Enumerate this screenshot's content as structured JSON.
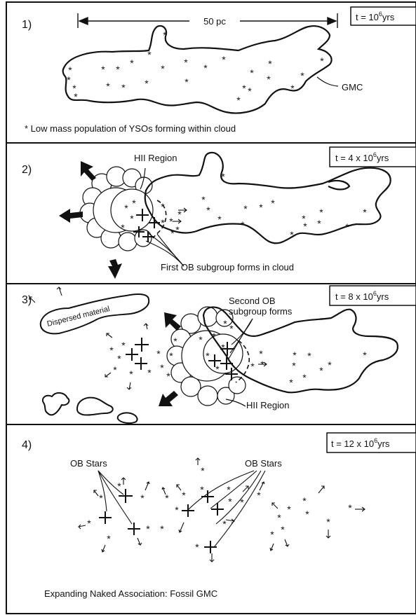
{
  "panels": [
    {
      "label": "1)",
      "time": "t = 10",
      "time_exp": "6",
      "time_unit": "yrs",
      "scale_bar": "50 pc",
      "cloud_label": "GMC",
      "caption": "* Low mass population of YSOs forming within cloud"
    },
    {
      "label": "2)",
      "time": "t = 4 x 10",
      "time_exp": "6",
      "time_unit": "yrs",
      "region_label": "HII Region",
      "caption": "First OB subgroup forms in cloud"
    },
    {
      "label": "3)",
      "time": "t = 8 x 10",
      "time_exp": "6",
      "time_unit": "yrs",
      "dispersed_label": "Dispersed material",
      "caption_line1": "Second OB",
      "caption_line2": "subgroup forms",
      "region_label": "HII Region"
    },
    {
      "label": "4)",
      "time": "t = 12 x 10",
      "time_exp": "6",
      "time_unit": "yrs",
      "ob_label_left": "OB Stars",
      "ob_label_right": "OB Stars",
      "caption": "Expanding Naked Association: Fossil GMC"
    }
  ]
}
